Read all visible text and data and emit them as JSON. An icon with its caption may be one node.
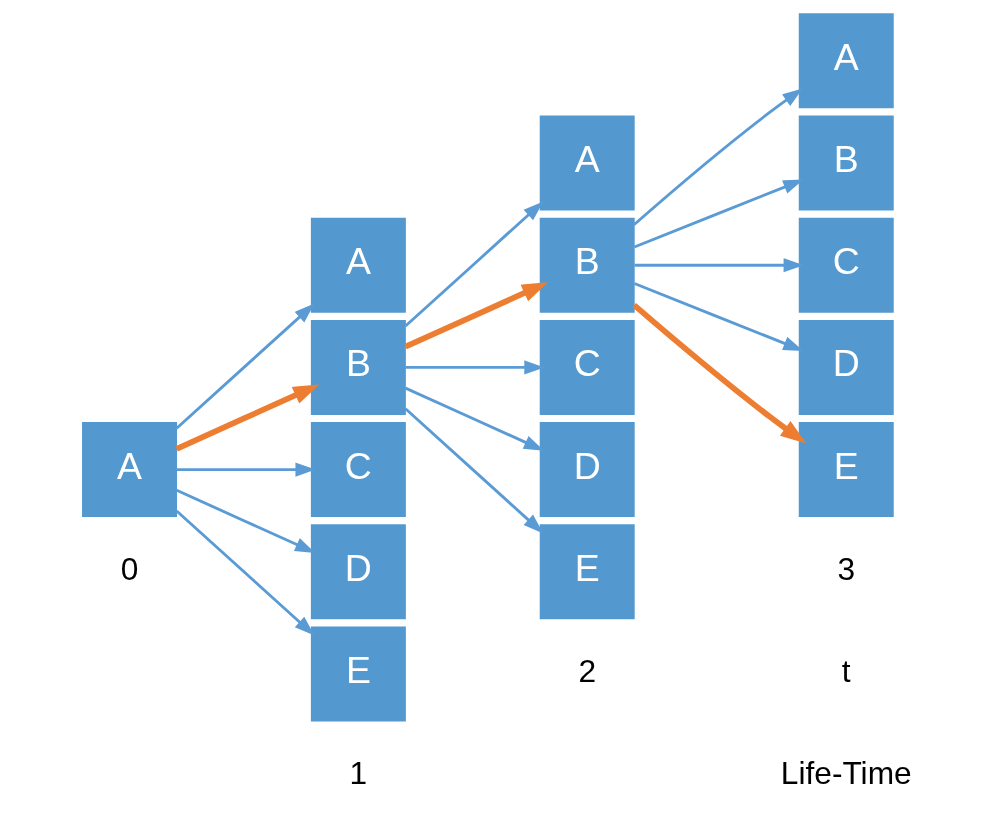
{
  "diagram": {
    "nodes": [
      {
        "text": [
          "A"
        ]
      },
      {
        "text": [
          "A"
        ]
      },
      {
        "text": [
          "B"
        ]
      },
      {
        "text": [
          "C"
        ]
      },
      {
        "text": [
          "D"
        ]
      },
      {
        "text": [
          "E"
        ]
      },
      {
        "text": [
          "A"
        ]
      },
      {
        "text": [
          "B"
        ]
      },
      {
        "text": [
          "C"
        ]
      },
      {
        "text": [
          "D"
        ]
      },
      {
        "text": [
          "E"
        ]
      },
      {
        "text": [
          "A"
        ]
      },
      {
        "text": [
          "B"
        ]
      },
      {
        "text": [
          "C"
        ]
      },
      {
        "text": [
          "D"
        ]
      },
      {
        "text": [
          "E"
        ]
      }
    ],
    "edges": [
      {
        "from": 0,
        "to": 1,
        "arrow": "to"
      },
      {
        "from": 0,
        "to": 2,
        "arrow": "to",
        "style": "thick",
        "color": "#ed7d31"
      },
      {
        "from": 0,
        "to": 3,
        "arrow": "to"
      },
      {
        "from": 0,
        "to": 4,
        "arrow": "to"
      },
      {
        "from": 0,
        "to": 5,
        "arrow": "to"
      },
      {
        "from": 2,
        "to": 6,
        "arrow": "to"
      },
      {
        "from": 2,
        "to": 7,
        "arrow": "to",
        "style": "thick",
        "color": "#ed7d31"
      },
      {
        "from": 2,
        "to": 8,
        "arrow": "to"
      },
      {
        "from": 2,
        "to": 9,
        "arrow": "to"
      },
      {
        "from": 2,
        "to": 10,
        "arrow": "to"
      },
      {
        "from": 7,
        "to": 11,
        "arrow": "to"
      },
      {
        "from": 7,
        "to": 12,
        "arrow": "to"
      },
      {
        "from": 7,
        "to": 13,
        "arrow": "to"
      },
      {
        "from": 7,
        "to": 14,
        "arrow": "to"
      },
      {
        "from": 7,
        "to": 15,
        "arrow": "to",
        "style": "thick",
        "color": "#ed7d31"
      }
    ],
    "labels": [
      "0",
      "1",
      "2",
      "3",
      "t",
      "Life-Time"
    ]
  }
}
